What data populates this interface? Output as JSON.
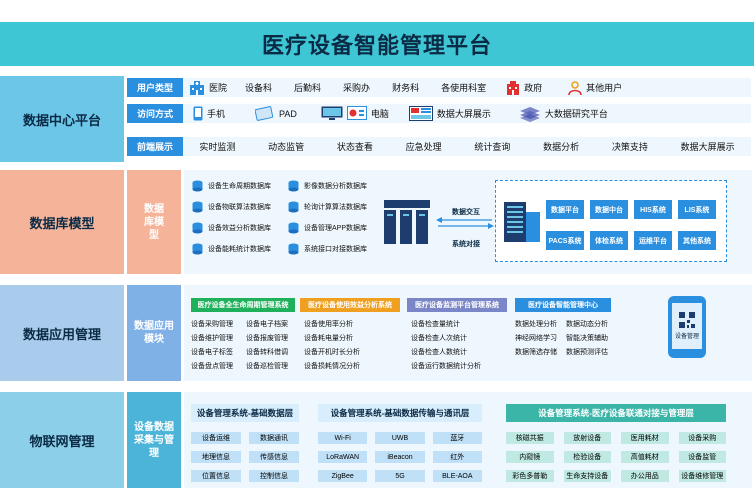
{
  "title": "医疗设备智能管理平台",
  "sections": [
    {
      "label": "数据中心平台",
      "sub": ""
    },
    {
      "label": "数据库模型",
      "sub": "数据库模型"
    },
    {
      "label": "数据应用管理",
      "sub": "数据应用模块"
    },
    {
      "label": "物联网管理",
      "sub": "设备数据采集与管理"
    }
  ],
  "rows": {
    "users": {
      "tag": "用户类型",
      "items": [
        "医院",
        "设备科",
        "后勤科",
        "采购办",
        "财务科",
        "各使用科室",
        "政府",
        "其他用户"
      ]
    },
    "access": {
      "tag": "访问方式",
      "items": [
        "手机",
        "PAD",
        "电脑",
        "数据大屏展示",
        "大数据研究平台"
      ]
    },
    "front": {
      "tag": "前端展示",
      "items": [
        "实时监测",
        "动态监管",
        "状态查看",
        "应急处理",
        "统计查询",
        "数据分析",
        "决策支持",
        "数据大屏展示"
      ]
    }
  },
  "db": {
    "left": [
      "设备生命周期数据库",
      "设备物联算法数据库",
      "设备效益分析数据库",
      "设备能耗统计数据库"
    ],
    "right": [
      "影像数据分析数据库",
      "轮询计算算法数据库",
      "设备管理APP数据库",
      "系统接口对接数据库"
    ],
    "exchange": "数据交互",
    "docking": "系统对接",
    "systems": [
      "数据平台",
      "数据中台",
      "HIS系统",
      "LIS系统",
      "PACS系统",
      "体检系统",
      "运维平台",
      "其他系统"
    ]
  },
  "apps": [
    {
      "head": "医疗设备全生命周期管理系统",
      "color": "#1eb05a",
      "items": [
        "设备采购管理",
        "设备电子档案",
        "设备维护管理",
        "设备报废管理",
        "设备电子标签",
        "设备转科借调",
        "设备盘点管理",
        "设备巡检管理"
      ]
    },
    {
      "head": "医疗设备使用效益分析系统",
      "color": "#f0a020",
      "items": [
        "设备使用率分析",
        "设备耗电量分析",
        "设备开机时长分析",
        "设备损耗情况分析"
      ]
    },
    {
      "head": "医疗设备监测平台管理系统",
      "color": "#7b86c8",
      "items": [
        "设备检查量统计",
        "设备检查人次统计",
        "设备检查人数统计",
        "设备运行数据统计分析"
      ]
    },
    {
      "head": "医疗设备智能管理中心",
      "color": "#2b8fe0",
      "items": [
        "数据处理分析",
        "数据动态分析",
        "神经网络学习",
        "智能决策辅助",
        "数据筛选存储",
        "数据预测评估"
      ]
    }
  ],
  "phone_label": "设备管理",
  "iot": [
    {
      "head": "设备管理系统-基础数据层",
      "items": [
        "设备运维",
        "数据通讯",
        "地理信息",
        "传感信息",
        "位置信息",
        "控制信息"
      ]
    },
    {
      "head": "设备管理系统-基础数据传输与通讯层",
      "items": [
        "Wi-Fi",
        "UWB",
        "蓝牙",
        "LoRaWAN",
        "iBeacon",
        "红外",
        "ZigBee",
        "5G",
        "BLE-AOA"
      ]
    },
    {
      "head": "设备管理系统-医疗设备联通对接与管理层",
      "items": [
        "核磁共振",
        "放射设备",
        "医用耗材",
        "设备采购",
        "内窥镜",
        "检验设备",
        "高值耗材",
        "设备监管",
        "彩色多普勒",
        "生命支持设备",
        "办公用品",
        "设备维修管理"
      ]
    }
  ],
  "colors": {
    "title": "#3ec6d4",
    "accent": "#2b8fe0",
    "orange": "#f0a080",
    "green": "#1eb05a",
    "teal": "#3ab5a8"
  }
}
